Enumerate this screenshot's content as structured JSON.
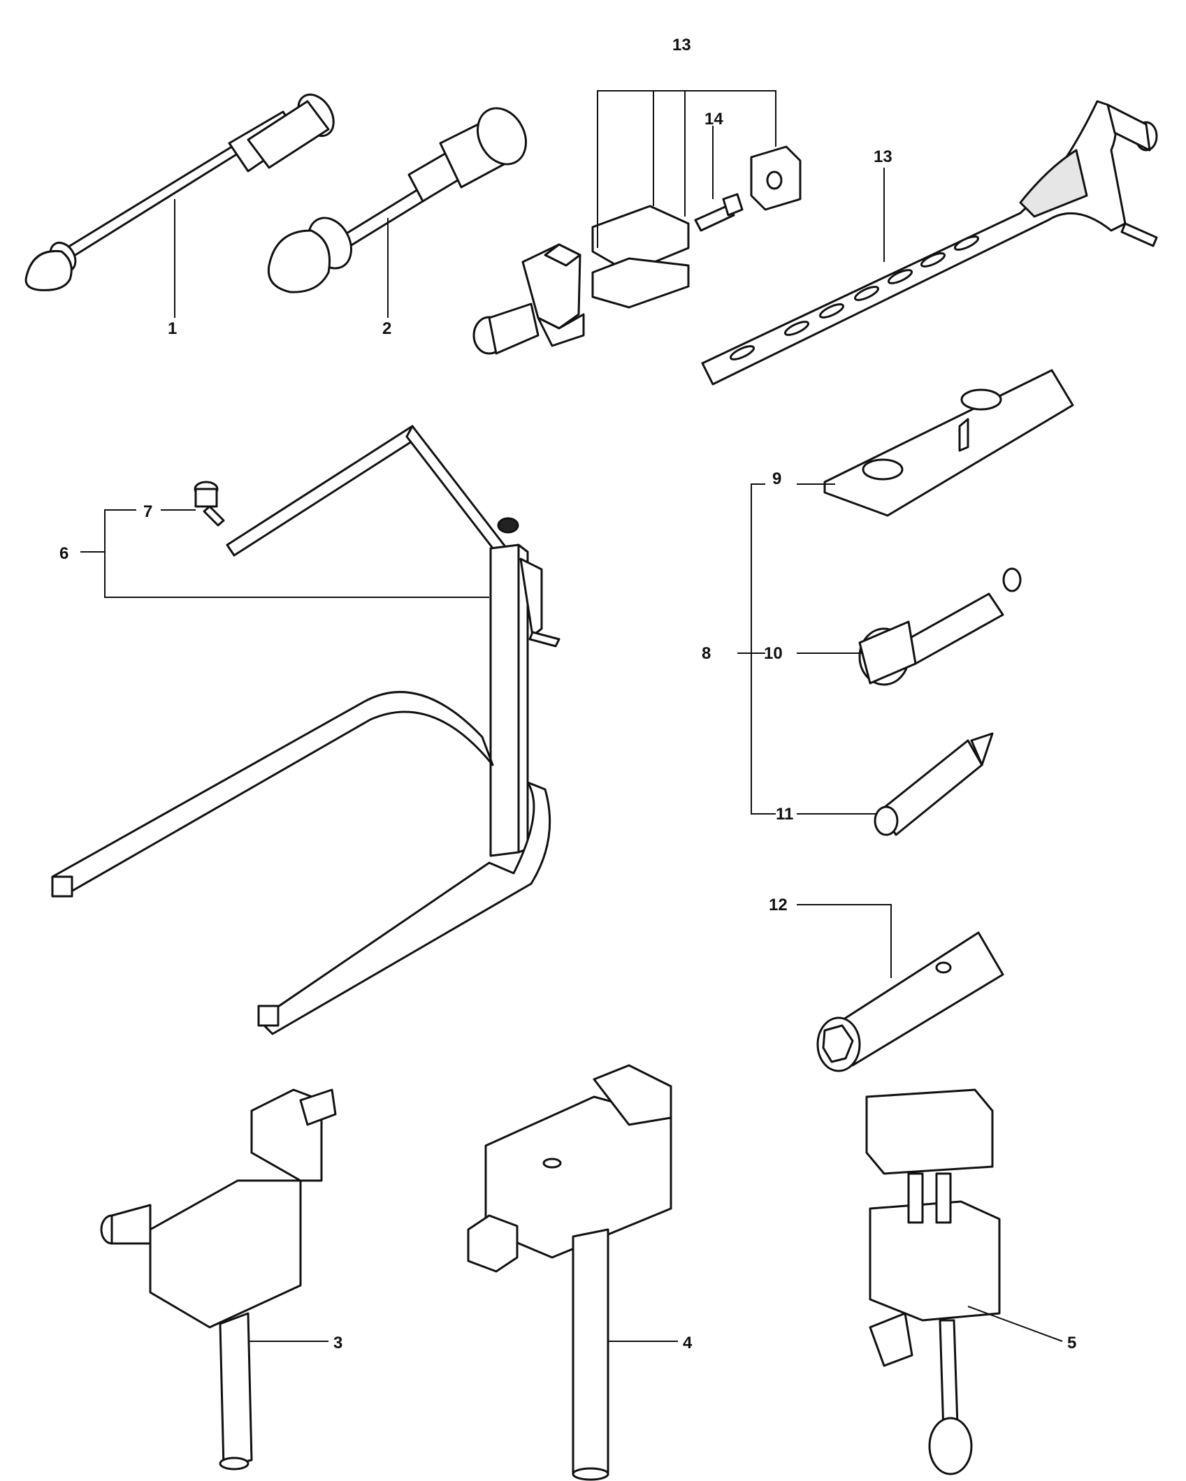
{
  "callouts": {
    "c1": "1",
    "c2": "2",
    "c3": "3",
    "c4": "4",
    "c5": "5",
    "c6": "6",
    "c7": "7",
    "c8": "8",
    "c9": "9",
    "c10": "10",
    "c11": "11",
    "c12": "12",
    "c13a": "13",
    "c13b": "13",
    "c14": "14"
  },
  "colors": {
    "ink": "#111111",
    "paper": "#ffffff",
    "shade": "#e6e6e6"
  }
}
